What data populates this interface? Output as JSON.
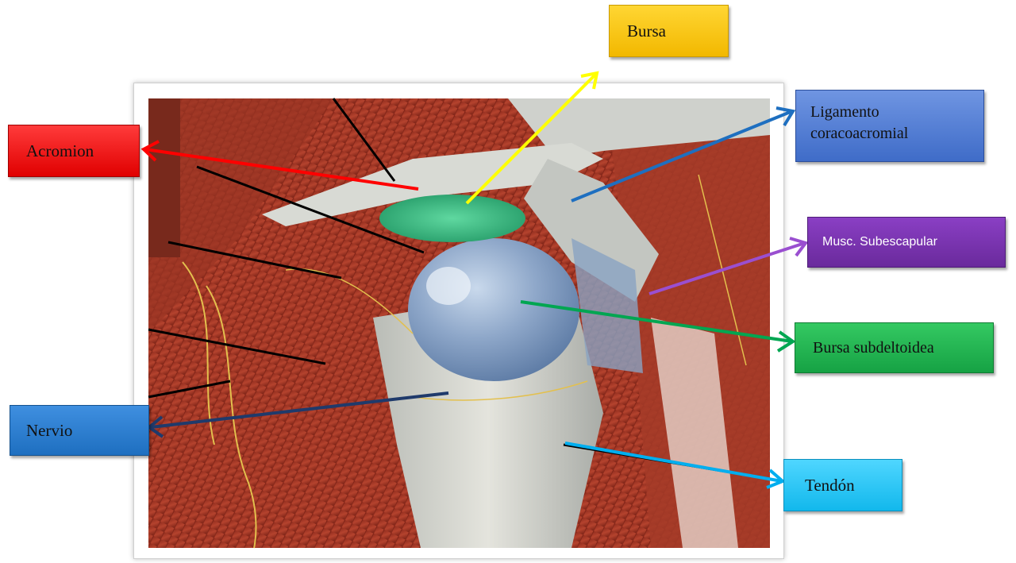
{
  "labels": {
    "bursa": "Bursa",
    "acromion": "Acromion",
    "ligamento": "Ligamento coracoacromial",
    "ligamento_line1": "Ligamento",
    "ligamento_line2": "coracoacromial",
    "subescapular": "Musc.  Subescapular",
    "subdeltoidea": "Bursa subdeltoidea",
    "nervio": "Nervio",
    "tendon": "Tendón"
  },
  "colors": {
    "bursa": "#f7c400",
    "acromion": "#ee1111",
    "ligamento": "#4a78d6",
    "subescapular": "#7030a0",
    "subdeltoidea": "#22b24c",
    "nervio": "#1e73c8",
    "tendon": "#1ec2f0",
    "arrow_yellow": "#ffff00",
    "arrow_red": "#ff0000",
    "arrow_blue": "#1e6fc0",
    "arrow_purple": "#9a4fd0",
    "arrow_green": "#00a651",
    "arrow_navy": "#1f3a6b",
    "arrow_cyan": "#00aeef"
  }
}
